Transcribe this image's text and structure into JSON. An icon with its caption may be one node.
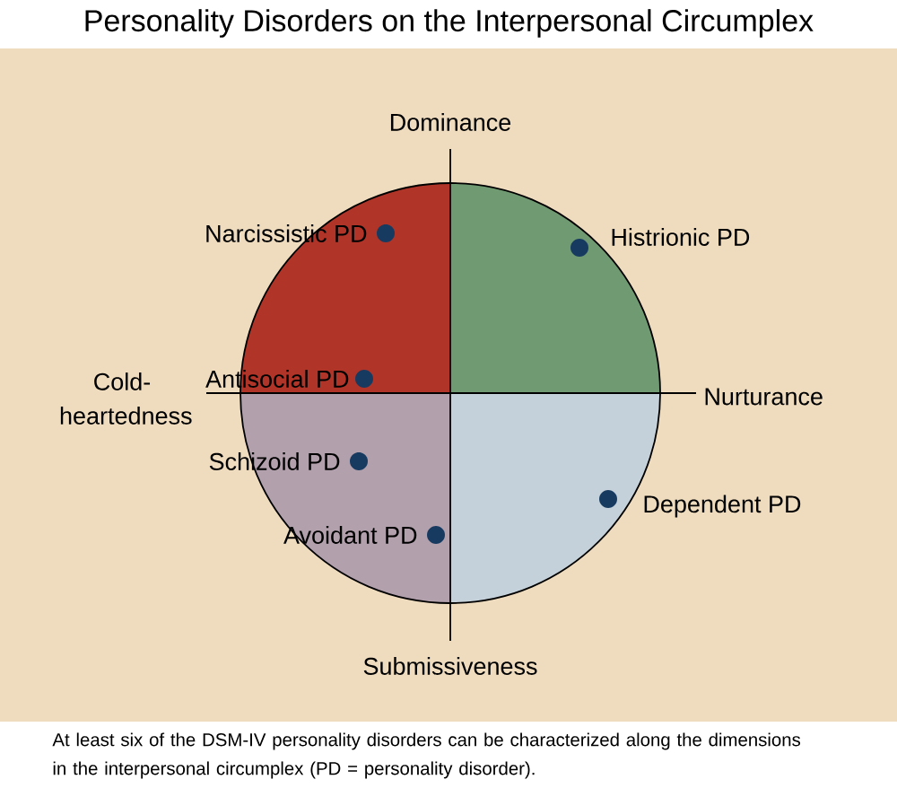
{
  "diagram": {
    "title": "Personality Disorders on the Interpersonal Circumplex",
    "caption": "At least six of the DSM-IV personality disorders can be characterized along the dimensions in the interpersonal circumplex (PD = personality disorder).",
    "labels": [
      "Dominance",
      "Narcissistic PD",
      "Histrionic PD",
      "Cold- heartedness",
      "Antisocial PD",
      "Nurturance",
      "Schizoid PD",
      "Dependent PD",
      "Avoidant PD",
      "Submissiveness"
    ]
  }
}
